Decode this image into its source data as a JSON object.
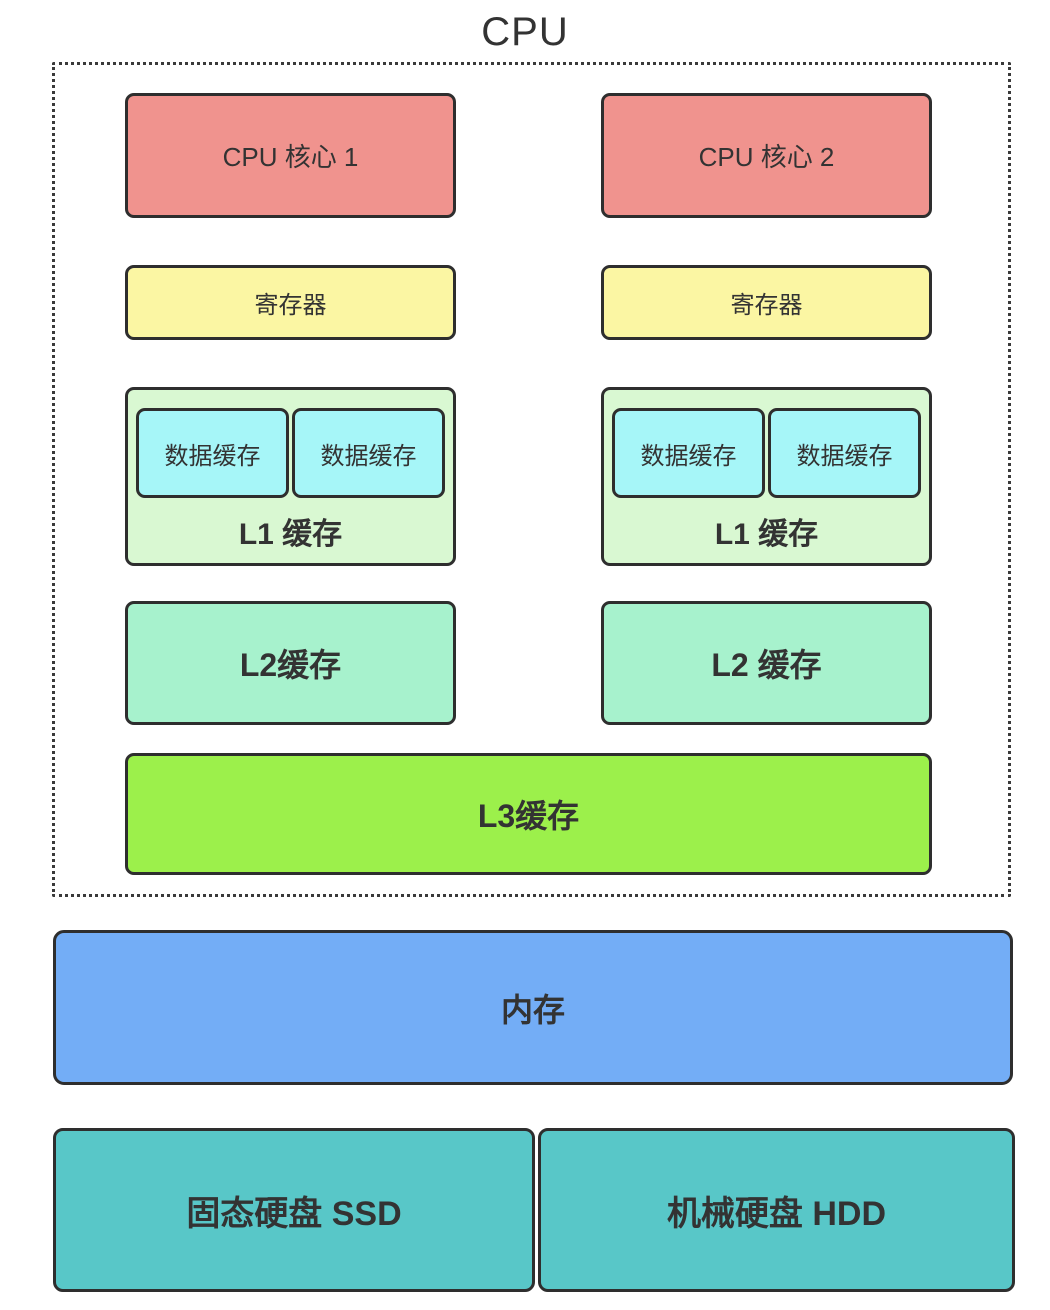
{
  "title": "CPU",
  "cpu": {
    "cores": [
      {
        "label": "CPU 核心 1"
      },
      {
        "label": "CPU 核心 2"
      }
    ],
    "registers": [
      {
        "label": "寄存器"
      },
      {
        "label": "寄存器"
      }
    ],
    "l1_caches": [
      {
        "label": "L1 缓存",
        "data_caches": [
          "数据缓存",
          "数据缓存"
        ]
      },
      {
        "label": "L1 缓存",
        "data_caches": [
          "数据缓存",
          "数据缓存"
        ]
      }
    ],
    "l2_caches": [
      {
        "label": "L2缓存"
      },
      {
        "label": "L2 缓存"
      }
    ],
    "l3_cache": {
      "label": "L3缓存"
    }
  },
  "memory": {
    "label": "内存"
  },
  "storage": [
    {
      "label": "固态硬盘 SSD"
    },
    {
      "label": "机械硬盘 HDD"
    }
  ],
  "colors": {
    "core_fill": "#F0938E",
    "register_fill": "#FBF6A3",
    "l1_fill": "#D9F8D2",
    "data_cache_fill": "#A6F6F8",
    "l2_fill": "#A7F2CD",
    "l3_fill": "#9CF04B",
    "memory_fill": "#73ADF6",
    "storage_fill": "#58C7C8",
    "border": "#2E2E2E",
    "text": "#333333",
    "background": "#FFFFFF"
  }
}
